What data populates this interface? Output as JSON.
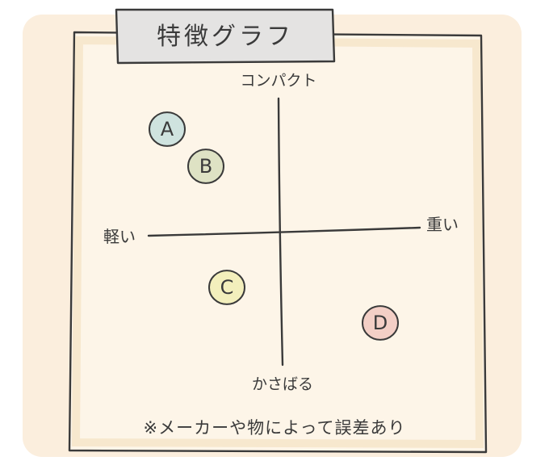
{
  "title": "特徴グラフ",
  "axes": {
    "top": "コンパクト",
    "bottom": "かさばる",
    "left": "軽い",
    "right": "重い"
  },
  "items": [
    {
      "label": "A",
      "color": "#cfe3df",
      "x": -0.7,
      "y": 0.64
    },
    {
      "label": "B",
      "color": "#dee2c4",
      "x": -0.46,
      "y": 0.41
    },
    {
      "label": "C",
      "color": "#f3efbc",
      "x": -0.33,
      "y": -0.34
    },
    {
      "label": "D",
      "color": "#f3cfc6",
      "x": 0.62,
      "y": -0.56
    }
  ],
  "footnote": "※メーカーや物によって誤差あり",
  "colors": {
    "paper": "#fdf5e8",
    "paper_shadow": "#f5e0bd",
    "frame": "#3a3a3a",
    "title_box": "#e4e3e2",
    "ink": "#3a3a3a"
  }
}
